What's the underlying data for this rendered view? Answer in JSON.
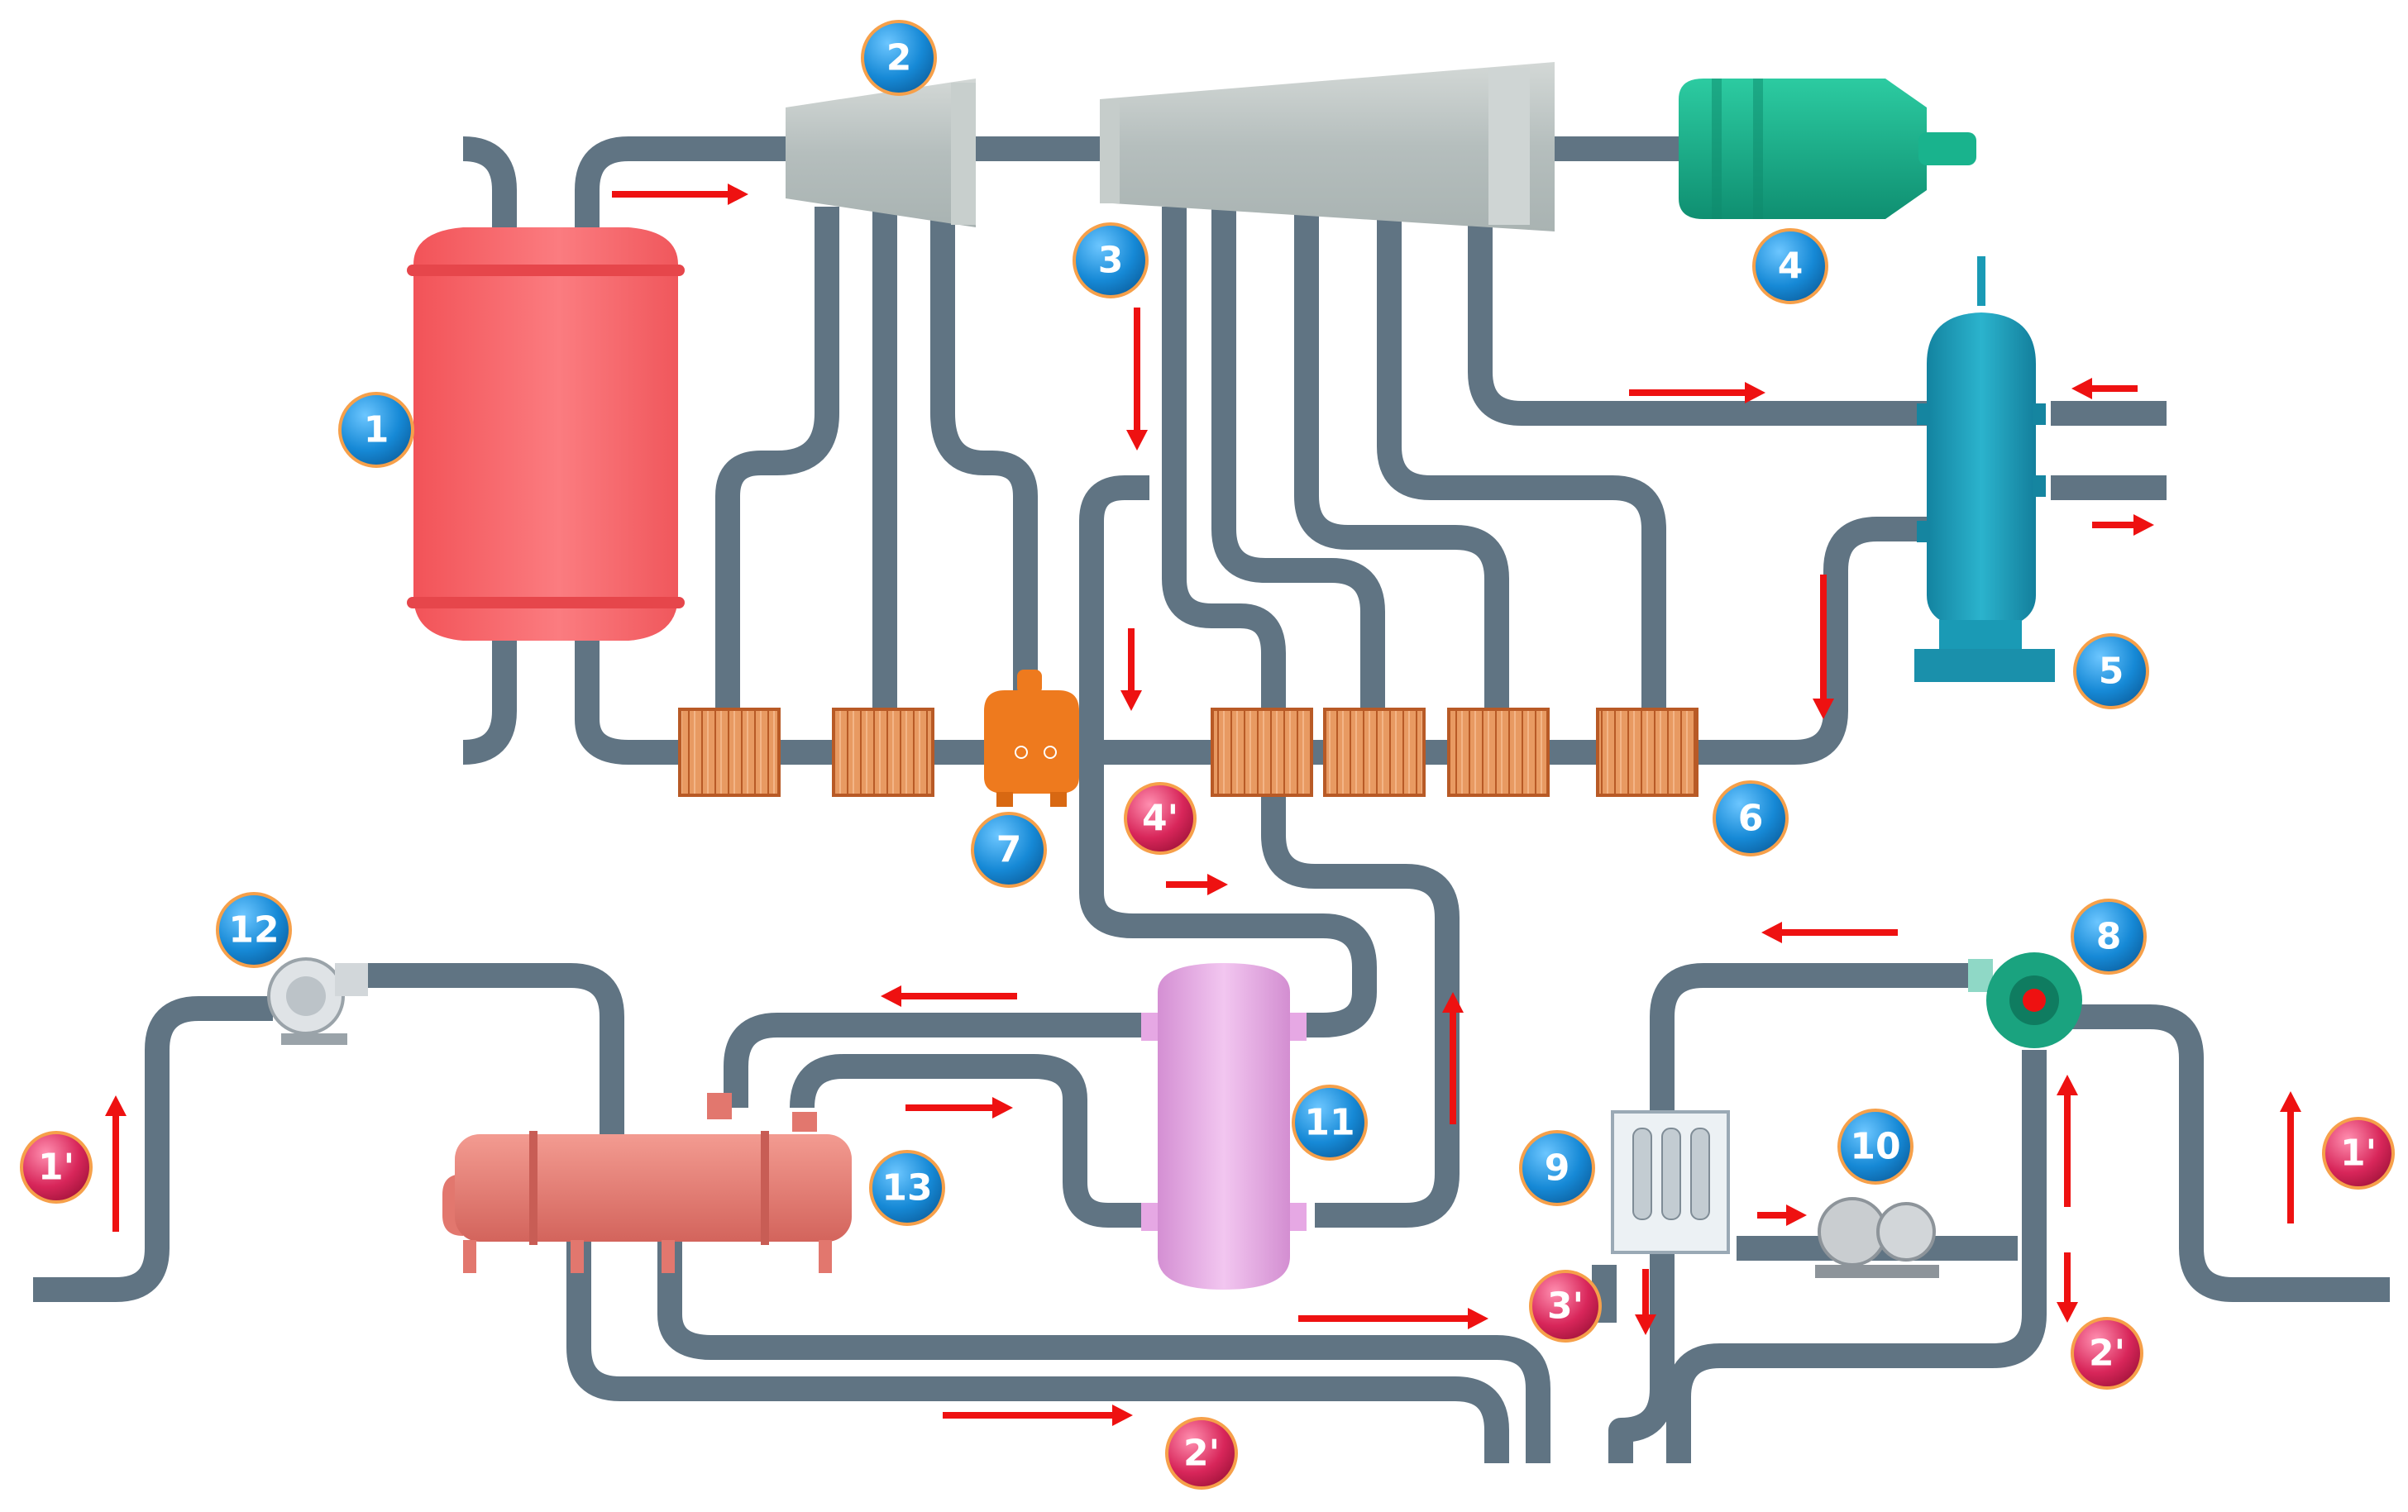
{
  "labels": {
    "b1": "1",
    "b2": "2",
    "b3": "3",
    "b4": "4",
    "b5": "5",
    "b6": "6",
    "b7": "7",
    "b8": "8",
    "b9": "9",
    "b10": "10",
    "b11": "11",
    "b12": "12",
    "b13": "13",
    "r1a": "1'",
    "r1b": "1'",
    "r2a": "2'",
    "r2b": "2'",
    "r3": "3'",
    "r4": "4'"
  },
  "colors": {
    "pipe": "#607483",
    "arrow": "#ee1111",
    "blue_badge": "#1689d6",
    "red_badge": "#d8265a",
    "boiler": "#f45a5e",
    "turbine": "#b9c1c0",
    "generator": "#14a585",
    "deaerator": "#1a9ab5",
    "heater": "#d8793c",
    "pump": "#ee7a1e",
    "heat_exchanger": "#e4a4e2",
    "condenser": "#e2776e"
  }
}
